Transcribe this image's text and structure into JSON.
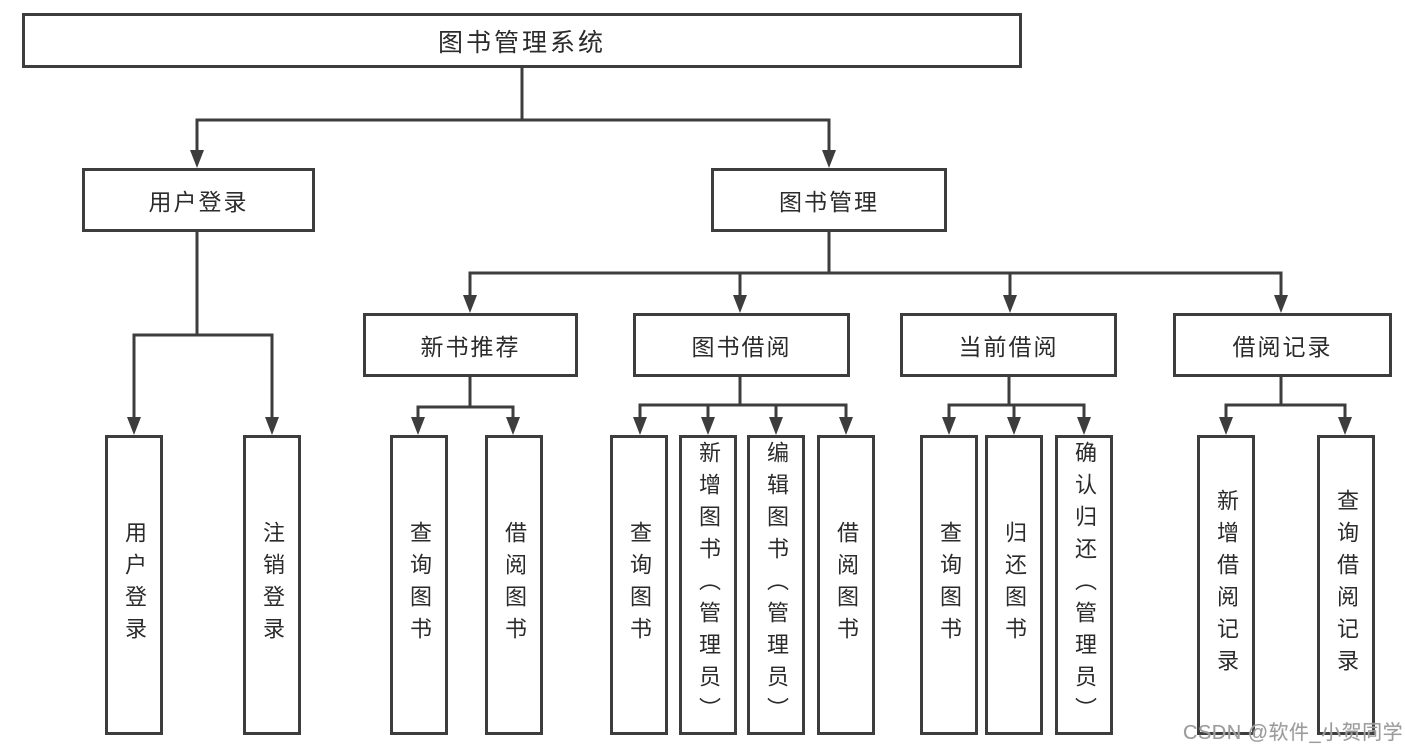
{
  "diagram": {
    "title": "图书管理系统",
    "colors": {
      "line": "#3d3d3d",
      "box_border": "#3d3d3d",
      "text": "#2b2b2b",
      "background": "#ffffff",
      "watermark": "#9b9b9b"
    },
    "root": {
      "label": "图书管理系统"
    },
    "level2": [
      {
        "id": "user-login",
        "label": "用户登录"
      },
      {
        "id": "book-management",
        "label": "图书管理"
      }
    ],
    "level3": [
      {
        "id": "new-book-recommend",
        "label": "新书推荐",
        "parent": "book-management"
      },
      {
        "id": "book-borrow",
        "label": "图书借阅",
        "parent": "book-management"
      },
      {
        "id": "current-borrow",
        "label": "当前借阅",
        "parent": "book-management"
      },
      {
        "id": "borrow-records",
        "label": "借阅记录",
        "parent": "book-management"
      }
    ],
    "level4": [
      {
        "label": "用户登录",
        "parent": "user-login"
      },
      {
        "label": "注销登录",
        "parent": "user-login"
      },
      {
        "label": "查询图书",
        "parent": "new-book-recommend"
      },
      {
        "label": "借阅图书",
        "parent": "new-book-recommend"
      },
      {
        "label": "查询图书",
        "parent": "book-borrow"
      },
      {
        "label": "新增图书（管理员）",
        "parent": "book-borrow"
      },
      {
        "label": "编辑图书（管理员）",
        "parent": "book-borrow"
      },
      {
        "label": "借阅图书",
        "parent": "book-borrow"
      },
      {
        "label": "查询图书",
        "parent": "current-borrow"
      },
      {
        "label": "归还图书",
        "parent": "current-borrow"
      },
      {
        "label": "确认归还（管理员）",
        "parent": "current-borrow"
      },
      {
        "label": "新增借阅记录",
        "parent": "borrow-records"
      },
      {
        "label": "查询借阅记录",
        "parent": "borrow-records"
      }
    ],
    "watermark": "CSDN @软件_小贺同学"
  }
}
